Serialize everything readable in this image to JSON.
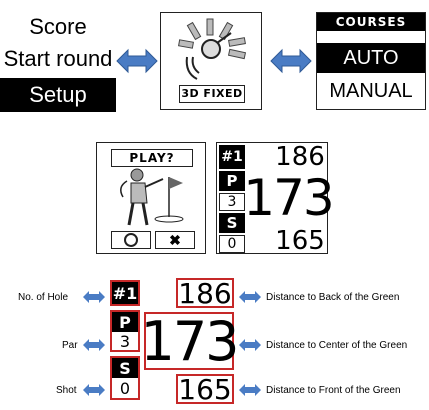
{
  "main_menu": {
    "items": [
      "Score",
      "Start round",
      "Setup"
    ],
    "selected": "Setup"
  },
  "gps_screen": {
    "label": "3D FIXED"
  },
  "courses_menu": {
    "title": "COURSES",
    "options": [
      "AUTO",
      "MANUAL"
    ],
    "selected": "AUTO"
  },
  "play_screen": {
    "title": "PLAY?",
    "confirm_icon": "circle-icon",
    "cancel_icon": "x-icon"
  },
  "yardage_screen": {
    "hole": "#1",
    "par_label": "P",
    "par": "3",
    "shot_label": "S",
    "shot": "0",
    "back": "186",
    "center": "173",
    "front": "165"
  },
  "legend": {
    "hole": "No. of Hole",
    "par": "Par",
    "shot": "Shot",
    "back": "Distance to Back of the Green",
    "center": "Distance to Center of the Green",
    "front": "Distance to Front of the Green"
  },
  "colors": {
    "arrow": "#4a7cc4",
    "highlight": "#c62828"
  }
}
